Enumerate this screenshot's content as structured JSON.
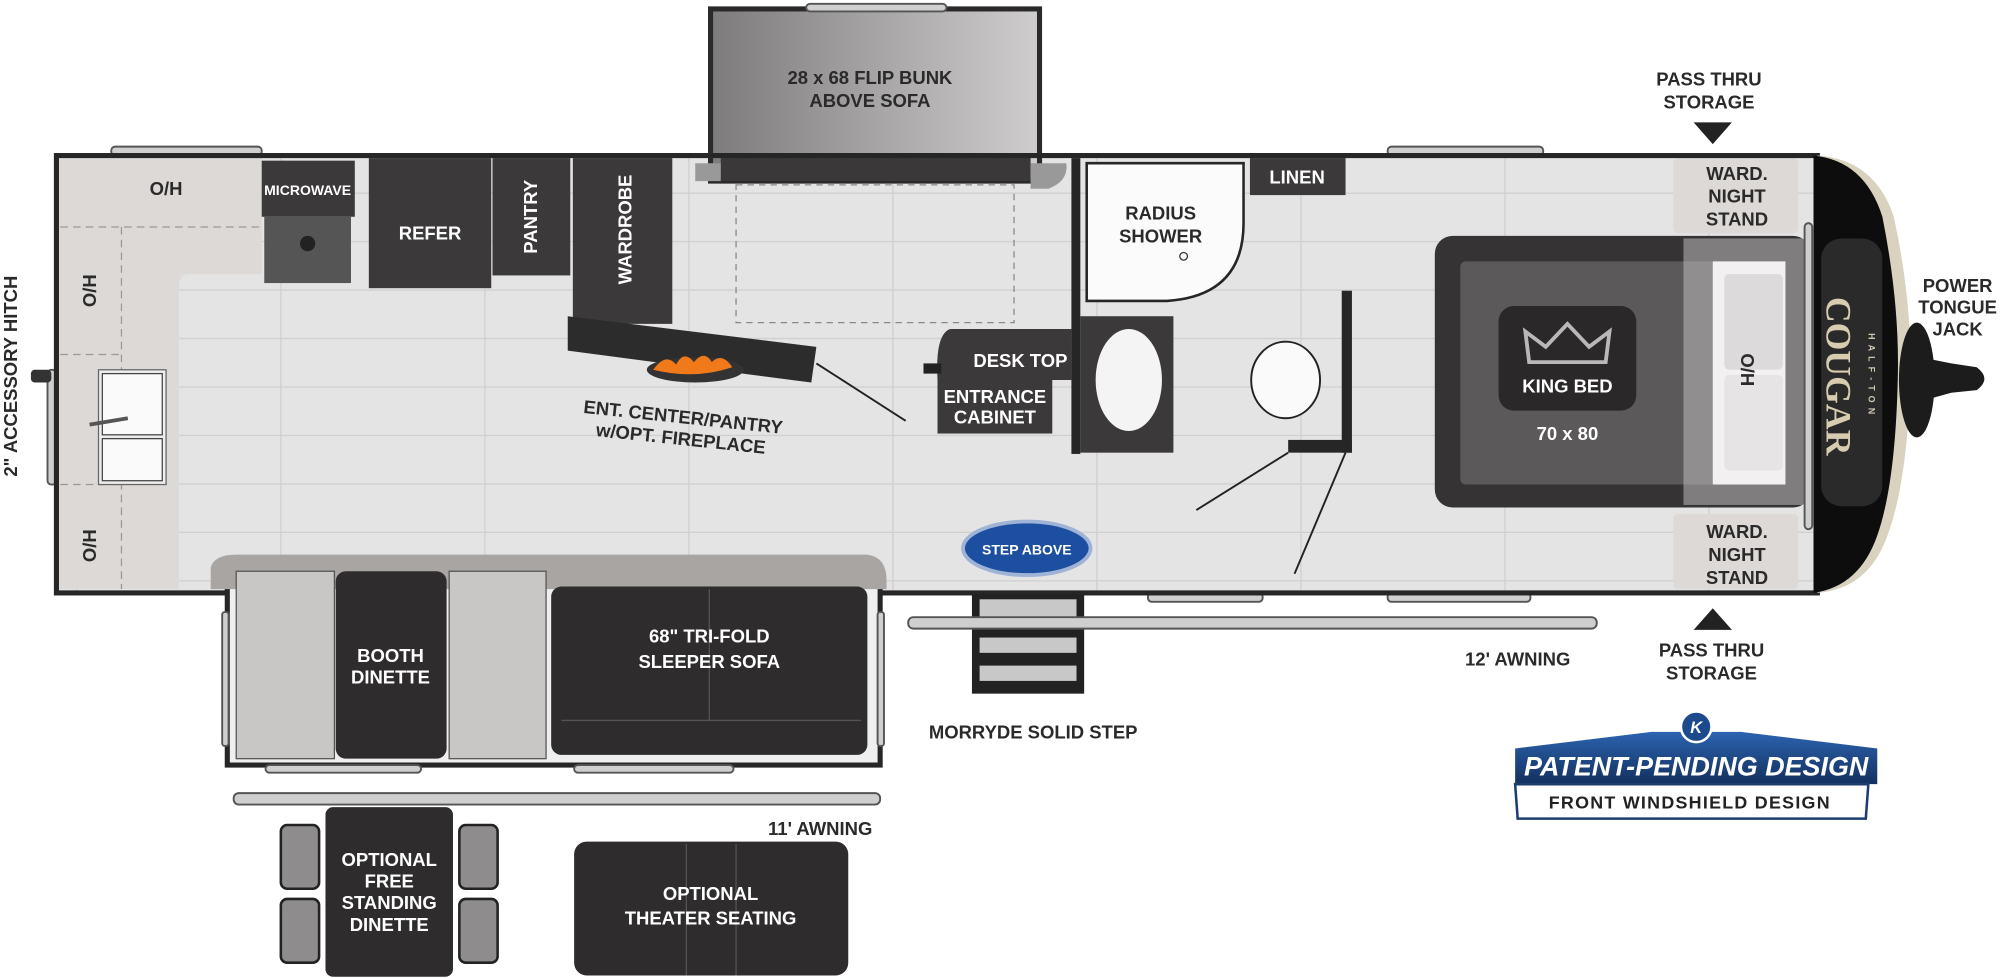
{
  "labels": {
    "flip_bunk": [
      "28 x 68 FLIP BUNK",
      "ABOVE SOFA"
    ],
    "pass_thru_top": [
      "PASS THRU",
      "STORAGE"
    ],
    "pass_thru_bottom": [
      "PASS THRU",
      "STORAGE"
    ],
    "power_tongue_jack": [
      "POWER",
      "TONGUE",
      "JACK"
    ],
    "accessory_hitch": "2\" ACCESSORY HITCH",
    "oh_top": "O/H",
    "oh_left_1": "O/H",
    "oh_left_2": "O/H",
    "oh_bed": "O/H",
    "microwave": "MICROWAVE",
    "refer": "REFER",
    "pantry": "PANTRY",
    "wardrobe": "WARDROBE",
    "ent_center": [
      "ENT. CENTER/PANTRY",
      "w/OPT. FIREPLACE"
    ],
    "radius_shower": [
      "RADIUS",
      "SHOWER"
    ],
    "linen": "LINEN",
    "desk_top": "DESK TOP",
    "entrance_cabinet": [
      "ENTRANCE",
      "CABINET"
    ],
    "king_bed": "KING BED",
    "bed_size": "70 x 80",
    "ward_night_stand_top": [
      "WARD.",
      "NIGHT",
      "STAND"
    ],
    "ward_night_stand_bottom": [
      "WARD.",
      "NIGHT",
      "STAND"
    ],
    "booth_dinette": [
      "BOOTH",
      "DINETTE"
    ],
    "sleeper_sofa": [
      "68\" TRI-FOLD",
      "SLEEPER SOFA"
    ],
    "step": "MORRYDE SOLID STEP",
    "awning_12": "12' AWNING",
    "awning_11": "11' AWNING",
    "optional_dinette": [
      "OPTIONAL",
      "FREE",
      "STANDING",
      "DINETTE"
    ],
    "theater_seating": [
      "OPTIONAL",
      "THEATER SEATING"
    ]
  },
  "logos": {
    "brand": "COUGAR",
    "brand_sub": "HALF-TON",
    "step_above": "STEP ABOVE"
  },
  "badge": {
    "title": "PATENT-PENDING DESIGN",
    "subtitle": "FRONT WINDSHIELD DESIGN",
    "emblem": "K"
  },
  "colors": {
    "cabinet": "#3b393a",
    "floor": "#e3e3e3",
    "counter": "#dcd9d7",
    "badge_blue": "#1d4a8c"
  }
}
